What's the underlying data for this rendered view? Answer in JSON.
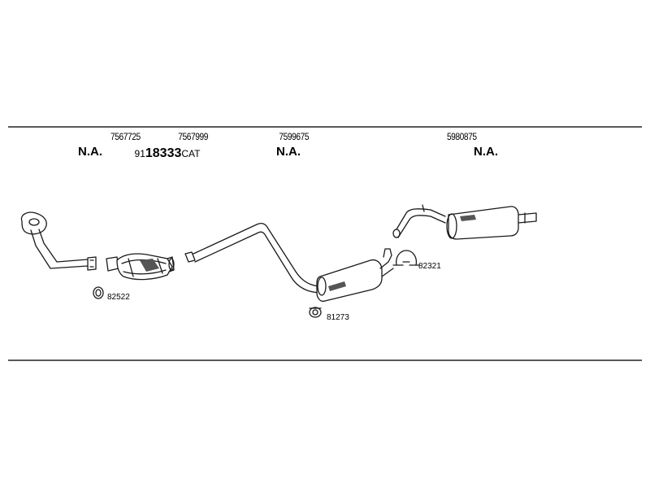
{
  "header_parts": [
    {
      "part_number": "7567725",
      "status": "N.A."
    },
    {
      "part_number": "7567999",
      "code_prefix": "91",
      "code_main": "18333",
      "code_suffix": "CAT"
    },
    {
      "part_number": "7599675",
      "status": "N.A."
    },
    {
      "part_number": "5980875",
      "status": "N.A."
    }
  ],
  "hardware": {
    "gasket_front": "82522",
    "mount_mid": "81273",
    "clamp_rear": "82321"
  },
  "colors": {
    "line": "#1a1a1a",
    "background": "#ffffff"
  }
}
